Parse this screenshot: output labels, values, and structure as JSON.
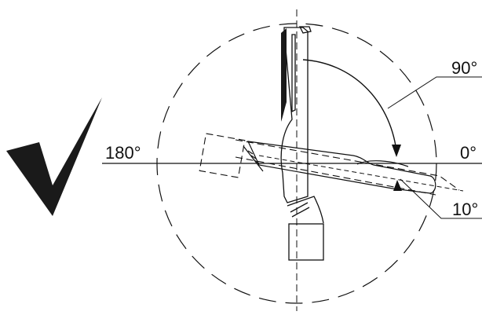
{
  "labels": {
    "angle_90": "90°",
    "angle_180": "180°",
    "angle_0": "0°",
    "angle_10": "10°"
  },
  "colors": {
    "line": "#111111",
    "checkmark": "#1a1a1a",
    "background": "#ffffff"
  },
  "icons": {
    "checkmark": "checkmark-icon"
  }
}
